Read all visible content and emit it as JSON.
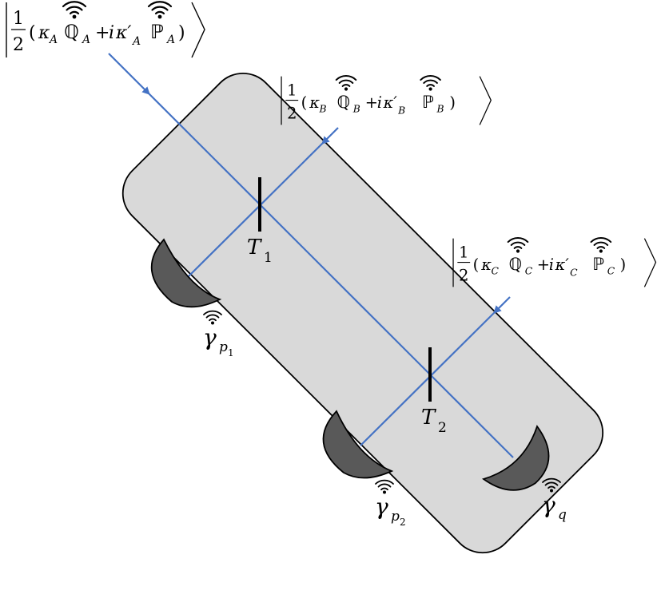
{
  "inputs": [
    {
      "id": "A",
      "num": "1",
      "den": "2",
      "open": "(",
      "kappa": "κ",
      "kappa_sub": "A",
      "Q": "ℚ",
      "Q_sub": "A",
      "plus": "+",
      "i": "i",
      "kappa2": "κ′",
      "kappa2_sub": "A",
      "P": "ℙ",
      "P_sub": "A",
      "close": ")"
    },
    {
      "id": "B",
      "num": "1",
      "den": "2",
      "open": "(",
      "kappa": "κ",
      "kappa_sub": "B",
      "Q": "ℚ",
      "Q_sub": "B",
      "plus": "+",
      "i": "i",
      "kappa2": "κ′",
      "kappa2_sub": "B",
      "P": "ℙ",
      "P_sub": "B",
      "close": ")"
    },
    {
      "id": "C",
      "num": "1",
      "den": "2",
      "open": "(",
      "kappa": "κ",
      "kappa_sub": "C",
      "Q": "ℚ",
      "Q_sub": "C",
      "plus": "+",
      "i": "i",
      "kappa2": "κ′",
      "kappa2_sub": "C",
      "P": "ℙ",
      "P_sub": "C",
      "close": ")"
    }
  ],
  "splitters": [
    {
      "label": "T",
      "sub": "1"
    },
    {
      "label": "T",
      "sub": "2"
    }
  ],
  "mirrors": [
    {
      "label": "γ",
      "sub": "p",
      "subsub": "1"
    },
    {
      "label": "γ",
      "sub": "p",
      "subsub": "2"
    },
    {
      "label": "γ",
      "sub": "q",
      "subsub": ""
    }
  ],
  "colors": {
    "beam": "#4472c4",
    "box_fill": "#d9d9d9",
    "mirror_fill": "#595959"
  },
  "icons": {
    "hat": "wifi-hat-icon"
  }
}
